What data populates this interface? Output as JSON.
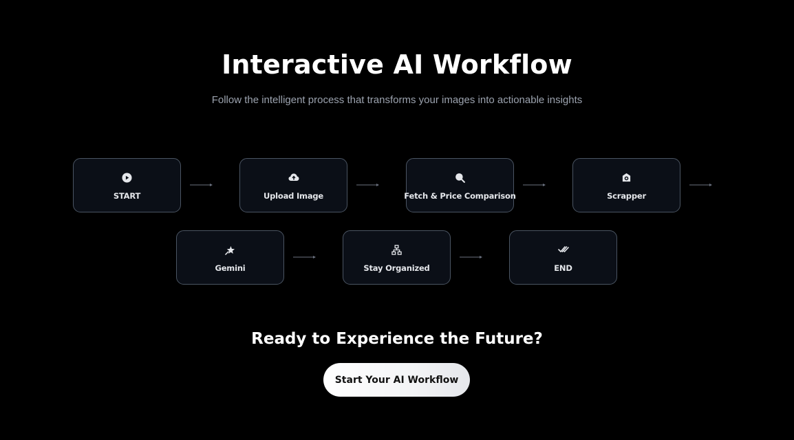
{
  "header": {
    "title": "Interactive AI Workflow",
    "subtitle": "Follow the intelligent process that transforms your images into actionable insights"
  },
  "workflow": {
    "nodes": [
      {
        "label": "START",
        "icon": "play-circle-icon"
      },
      {
        "label": "Upload Image",
        "icon": "cloud-upload-icon"
      },
      {
        "label": "Fetch & Price Comparison",
        "icon": "search-icon"
      },
      {
        "label": "Scrapper",
        "icon": "camera-scan-icon"
      },
      {
        "label": "Gemini",
        "icon": "sparkle-star-icon"
      },
      {
        "label": "Stay Organized",
        "icon": "hierarchy-icon"
      },
      {
        "label": "END",
        "icon": "double-check-icon"
      }
    ]
  },
  "cta": {
    "heading": "Ready to Experience the Future?",
    "button_label": "Start Your AI Workflow"
  },
  "colors": {
    "background": "#000000",
    "node_background": "#0b0f17",
    "node_border": "#4b5563",
    "subtitle": "#9ca3af",
    "connector": "#6b7280"
  }
}
